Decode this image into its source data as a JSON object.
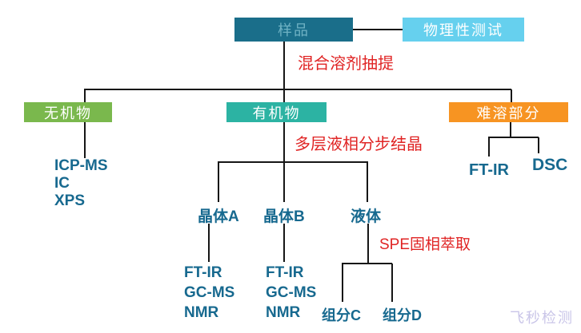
{
  "nodes": {
    "sample": "样品",
    "physical_test": "物理性测试",
    "inorganic": "无机物",
    "organic": "有机物",
    "insoluble": "难溶部分",
    "crystal_a": "晶体A",
    "crystal_b": "晶体B",
    "liquid": "液体",
    "fraction_c": "组分C",
    "fraction_d": "组分D"
  },
  "process_labels": {
    "solvent_extraction": "混合溶剂抽提",
    "stepwise_crystallization": "多层液相分步结晶",
    "spe_extraction": "SPE固相萃取"
  },
  "method_lists": {
    "inorganic": [
      "ICP-MS",
      "IC",
      "XPS"
    ],
    "crystal_a": [
      "FT-IR",
      "GC-MS",
      "NMR"
    ],
    "crystal_b": [
      "FT-IR",
      "GC-MS",
      "NMR"
    ],
    "insoluble": [
      "FT-IR",
      "DSC"
    ]
  },
  "watermark": "飞秒检测",
  "colors": {
    "sample_box": "#1a6e8a",
    "sample_text": "#6fb2c4",
    "physical_test_box": "#66d0ee",
    "inorganic_box": "#7ab84d",
    "organic_box": "#2cb3a3",
    "insoluble_box": "#f79422",
    "node_text": "#17698f",
    "process_text": "#e02424",
    "connector_line": "#161616",
    "watermark_text": "#c9c5e8"
  }
}
